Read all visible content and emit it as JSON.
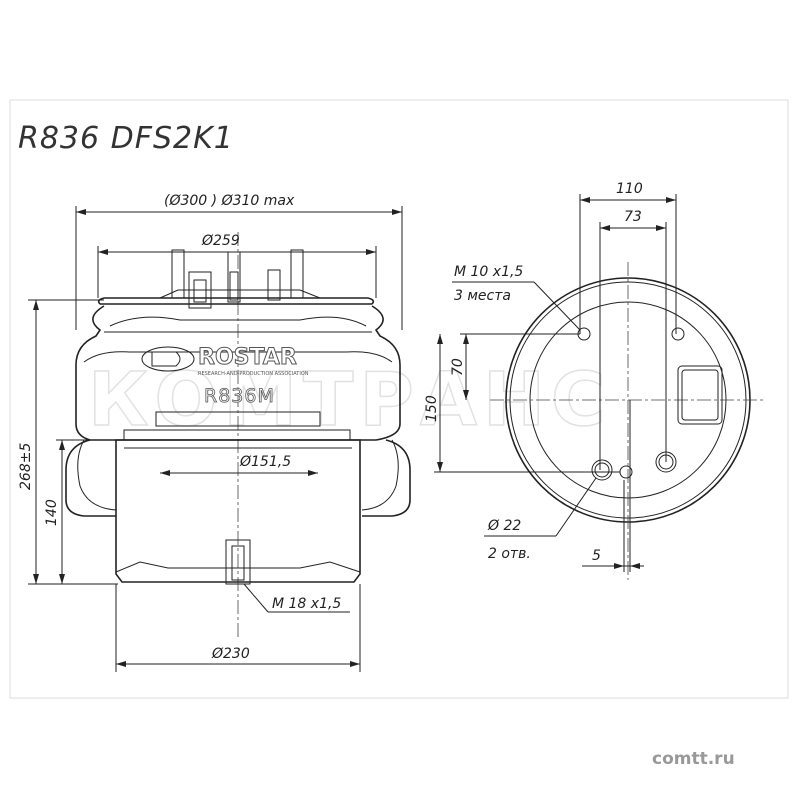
{
  "title": "R836 DFS2K1",
  "watermark": "КОМТРАНС",
  "website": "comtt.ru",
  "logo": {
    "brand": "ROSTAR",
    "tagline": "RESEARCH-AND-PRODUCTION ASSOCIATION",
    "model": "R836M"
  },
  "side_view": {
    "dim_outer_diameter": "(Ø300 ) Ø310 max",
    "dim_top_plate": "Ø259",
    "dim_piston_inner": "Ø151,5",
    "dim_height": "268±5",
    "dim_piston_height": "140",
    "dim_bottom_thread": "M 18 x1,5",
    "dim_piston_diameter": "Ø230"
  },
  "top_view": {
    "dim_width_110": "110",
    "dim_width_73": "73",
    "dim_height_70": "70",
    "dim_height_150": "150",
    "bolt_note_line1": "M 10 x1,5",
    "bolt_note_line2": "3 места",
    "hole_note_line1": "Ø 22",
    "hole_note_line2": "2 отв.",
    "dim_offset_5": "5"
  }
}
